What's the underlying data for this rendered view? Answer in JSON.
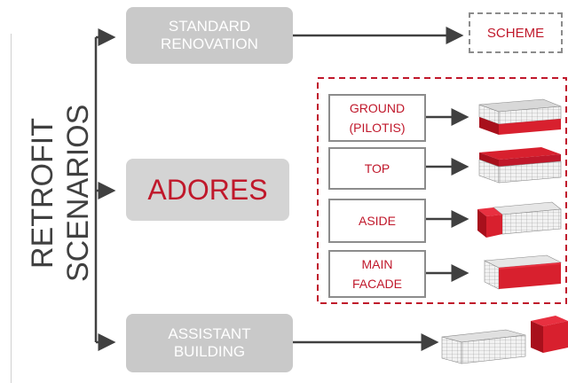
{
  "root": {
    "line1": "RETROFIT",
    "line2": "SCENARIOS"
  },
  "scenarios": {
    "standard": {
      "line1": "STANDARD",
      "line2": "RENOVATION"
    },
    "adores": {
      "label": "ADORES"
    },
    "assistant": {
      "line1": "ASSISTANT",
      "line2": "BUILDING"
    }
  },
  "scheme": {
    "label": "SCHEME"
  },
  "adores_options": [
    {
      "line1": "GROUND",
      "line2": "(PILOTIS)"
    },
    {
      "line1": "TOP",
      "line2": ""
    },
    {
      "line1": "ASIDE",
      "line2": ""
    },
    {
      "line1": "MAIN",
      "line2": "FACADE"
    }
  ],
  "colors": {
    "accent_red": "#c0182b",
    "box_grey": "#c9c9c9",
    "border_grey": "#8c8c8c",
    "arrow": "#404040"
  }
}
